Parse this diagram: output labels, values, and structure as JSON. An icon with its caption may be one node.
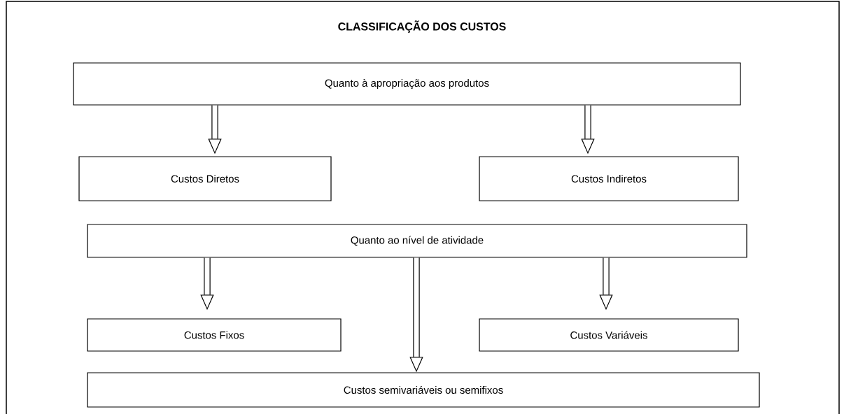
{
  "diagram": {
    "title": "CLASSIFICAÇÃO DOS CUSTOS",
    "nodes": [
      {
        "text": [
          "Quanto à apropriação aos produtos"
        ]
      },
      {
        "text": [
          "Custos Diretos"
        ]
      },
      {
        "text": [
          "Custos Indiretos"
        ]
      },
      {
        "text": [
          "Quanto ao nível de atividade"
        ]
      },
      {
        "text": [
          "Custos Fixos"
        ]
      },
      {
        "text": [
          "Custos Variáveis"
        ]
      },
      {
        "text": [
          "Custos semivariáveis ou semifixos"
        ]
      }
    ],
    "edges": [
      {
        "from": 0,
        "to": 1,
        "arrow": "to"
      },
      {
        "from": 0,
        "to": 2,
        "arrow": "to"
      },
      {
        "from": 3,
        "to": 4,
        "arrow": "to"
      },
      {
        "from": 3,
        "to": 6,
        "arrow": "to"
      },
      {
        "from": 3,
        "to": 5,
        "arrow": "to"
      }
    ]
  }
}
